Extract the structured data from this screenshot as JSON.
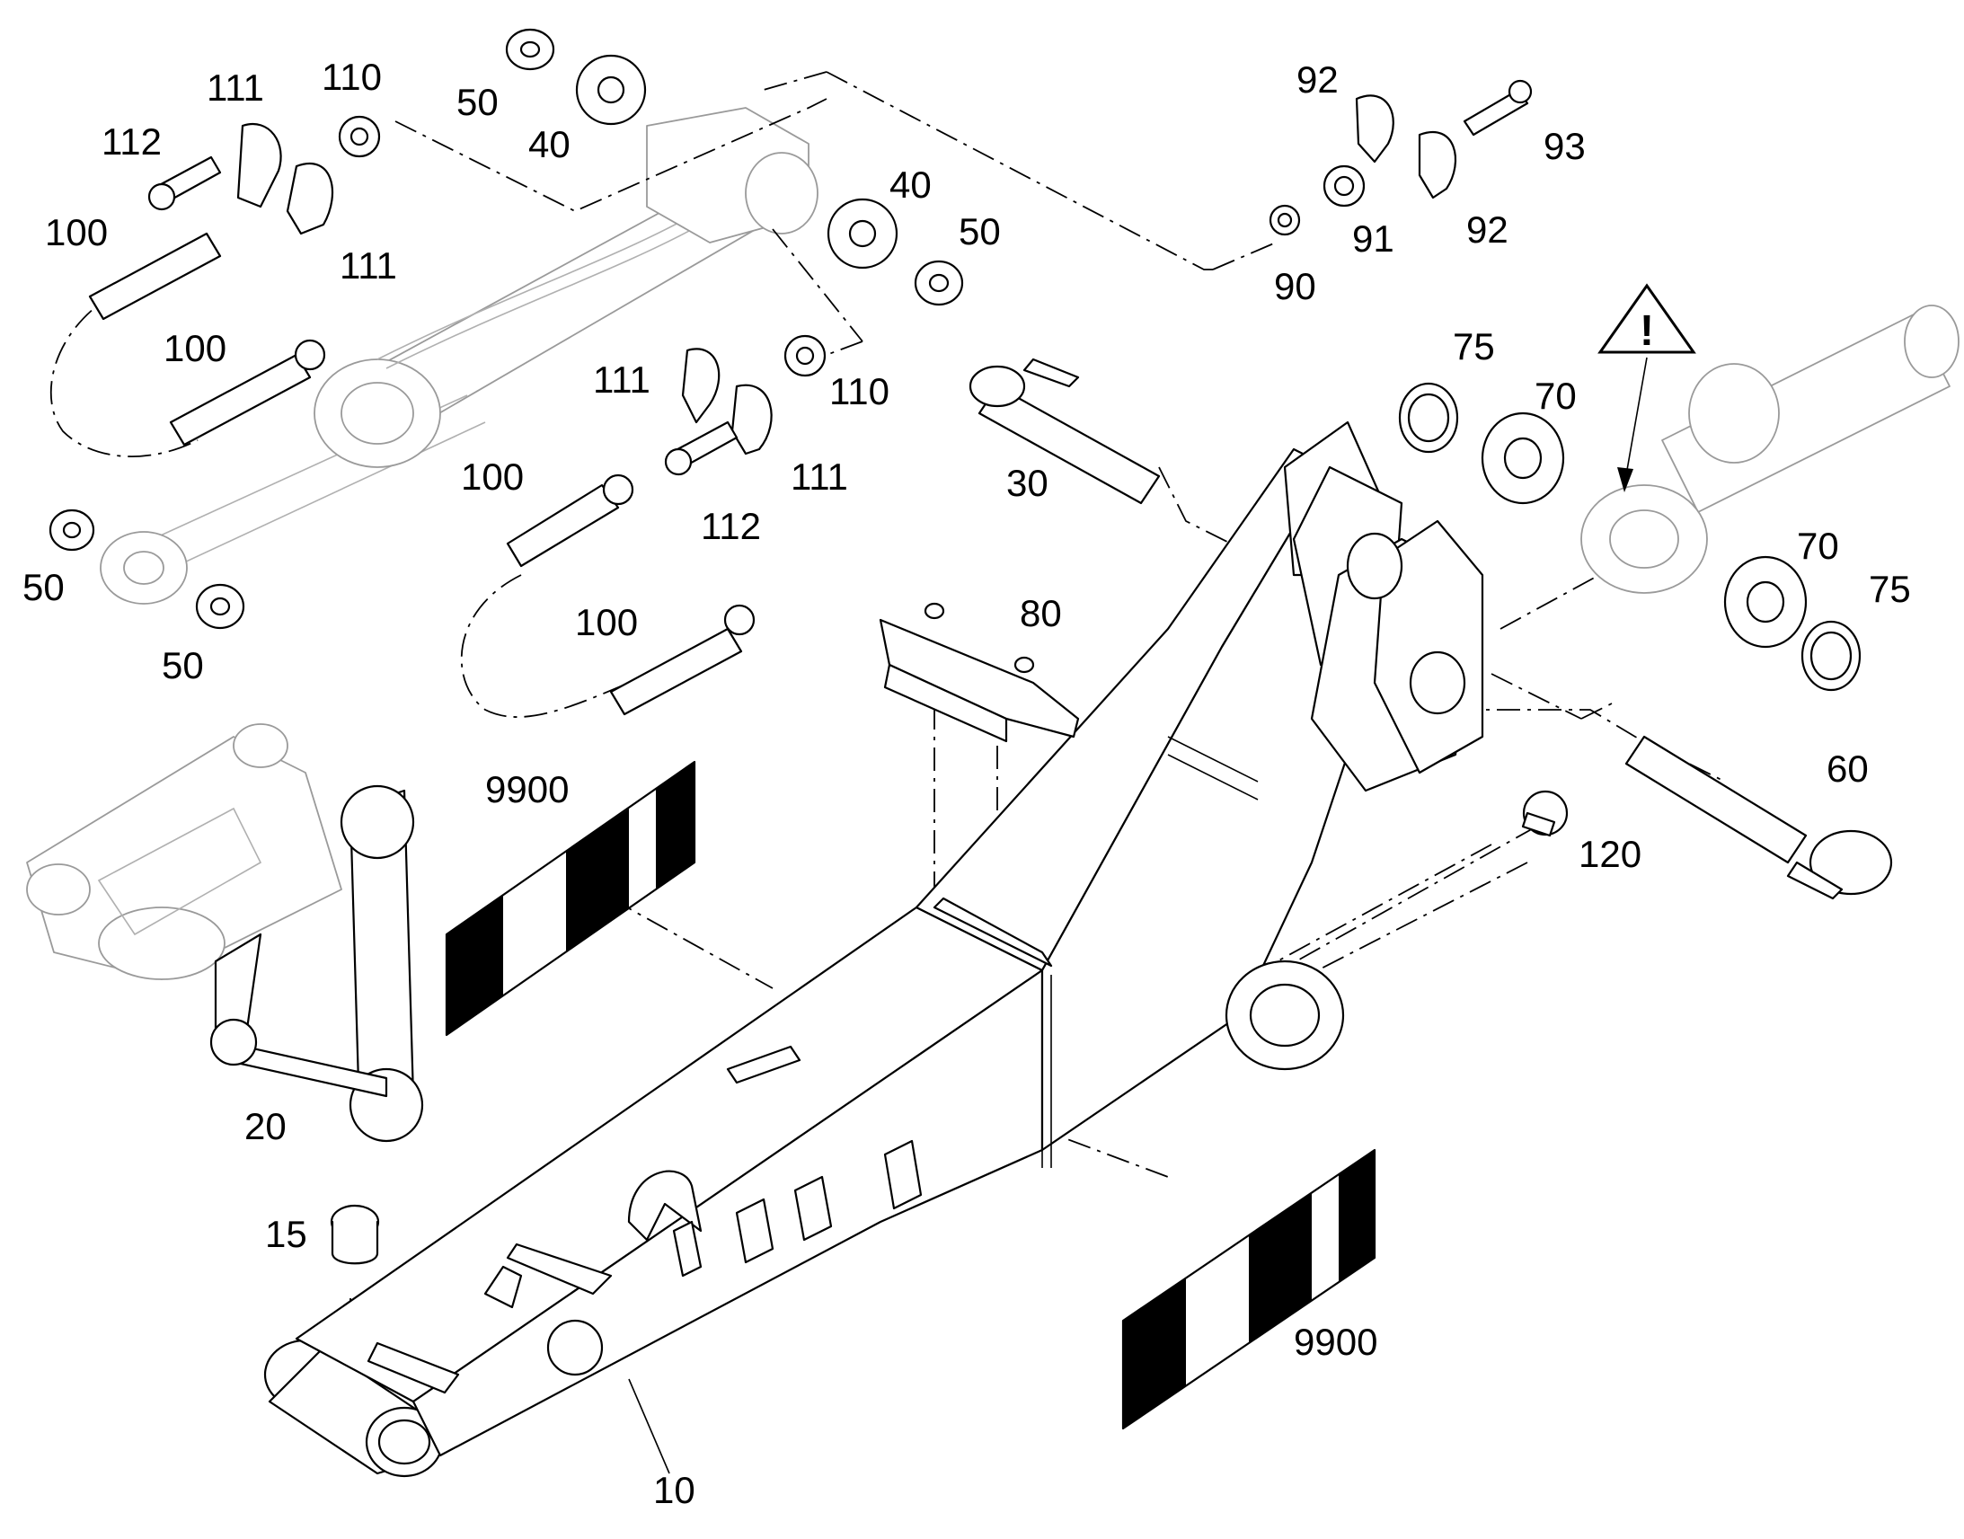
{
  "callouts": {
    "c10": "10",
    "c15": "15",
    "c20": "20",
    "c30": "30",
    "c40a": "40",
    "c40b": "40",
    "c50a": "50",
    "c50b": "50",
    "c50c": "50",
    "c50d": "50",
    "c60": "60",
    "c70a": "70",
    "c70b": "70",
    "c75a": "75",
    "c75b": "75",
    "c80": "80",
    "c90": "90",
    "c91": "91",
    "c92a": "92",
    "c92b": "92",
    "c93": "93",
    "c100a": "100",
    "c100b": "100",
    "c100c": "100",
    "c100d": "100",
    "c110a": "110",
    "c110b": "110",
    "c111a": "111",
    "c111b": "111",
    "c111c": "111",
    "c111d": "111",
    "c112a": "112",
    "c112b": "112",
    "c120": "120",
    "c9900a": "9900",
    "c9900b": "9900"
  },
  "warning_symbol": "warning-triangle-icon",
  "colors": {
    "line": "#000000",
    "ghost": "#9a9a9a",
    "background": "#ffffff"
  }
}
